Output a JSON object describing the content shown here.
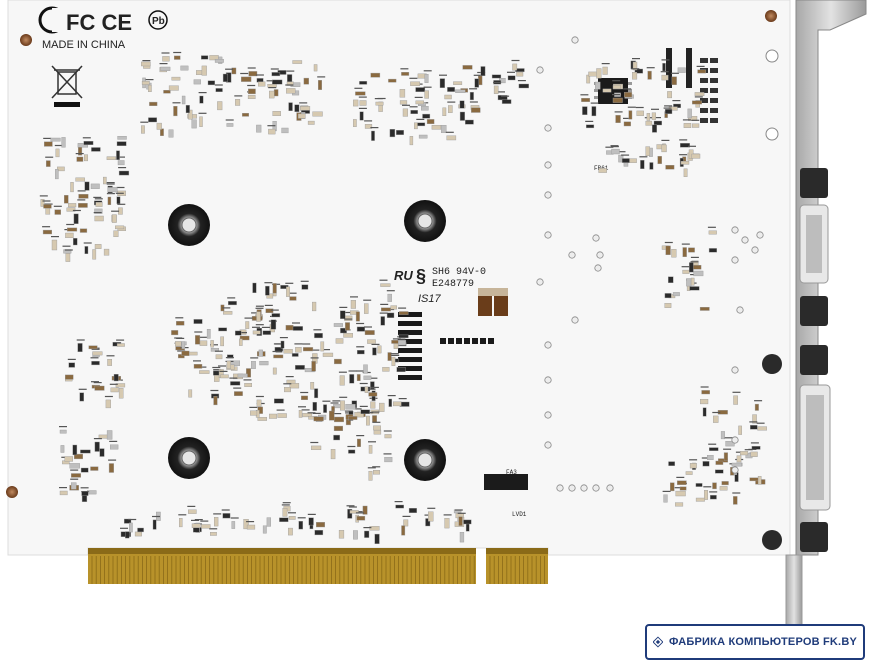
{
  "board": {
    "compliance_marks": "FC CE",
    "made_in": "MADE IN CHINA",
    "ul_code_line1": "SH6 94V-0",
    "ul_code_line2": "E248779",
    "handwritten_code": "IS17",
    "label_fa3": "FA3",
    "label_lvd1": "LVD1",
    "label_fb61": "FB61"
  },
  "watermark": {
    "text": "ФАБРИКА КОМПЬЮТЕРОВ FK.BY",
    "logo": "diamond-logo-icon"
  },
  "colors": {
    "pcb": "#f7f7f7",
    "gold_finger": "#b8922a",
    "mounting_hole": "#1a1a1a",
    "bracket": "#cfcfcf",
    "watermark_blue": "#1f3b7a"
  }
}
